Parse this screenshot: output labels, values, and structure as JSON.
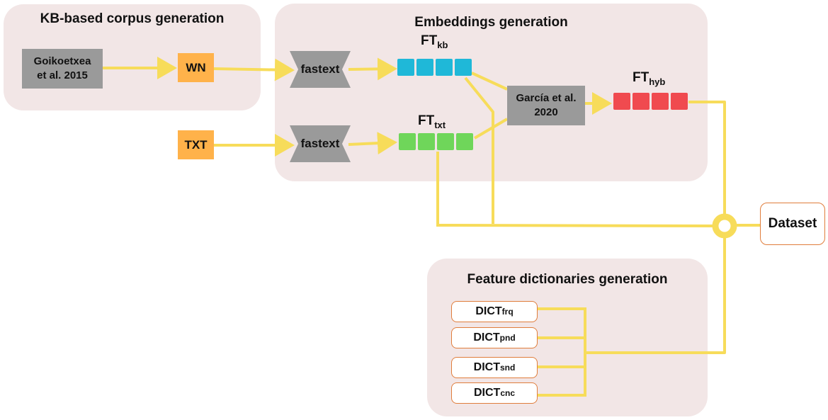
{
  "panels": {
    "kb_corpus": "KB-based corpus generation",
    "embeddings": "Embeddings generation",
    "feature_dicts": "Feature dictionaries generation"
  },
  "nodes": {
    "goikoetxea_line1": "Goikoetxea",
    "goikoetxea_line2": "et al. 2015",
    "wn": "WN",
    "txt": "TXT",
    "fastext_top": "fastext",
    "fastext_bottom": "fastext",
    "garcia_line1": "García et al.",
    "garcia_line2": "2020",
    "dataset": "Dataset"
  },
  "vectors": {
    "ft_kb": {
      "base": "FT",
      "sub": "kb",
      "color": "#1fb8d8"
    },
    "ft_txt": {
      "base": "FT",
      "sub": "txt",
      "color": "#6fd65a"
    },
    "ft_hyb": {
      "base": "FT",
      "sub": "hyb",
      "color": "#f04a4f"
    }
  },
  "dicts": [
    {
      "base": "DICT",
      "sub": "frq"
    },
    {
      "base": "DICT",
      "sub": "pnd"
    },
    {
      "base": "DICT",
      "sub": "snd"
    },
    {
      "base": "DICT",
      "sub": "cnc"
    }
  ],
  "colors": {
    "connector": "#f7dc5a",
    "panel": "#f2e6e6",
    "gray_node": "#9a9a9a",
    "orange_node": "#ffb24a",
    "dict_border": "#e07d3c"
  }
}
